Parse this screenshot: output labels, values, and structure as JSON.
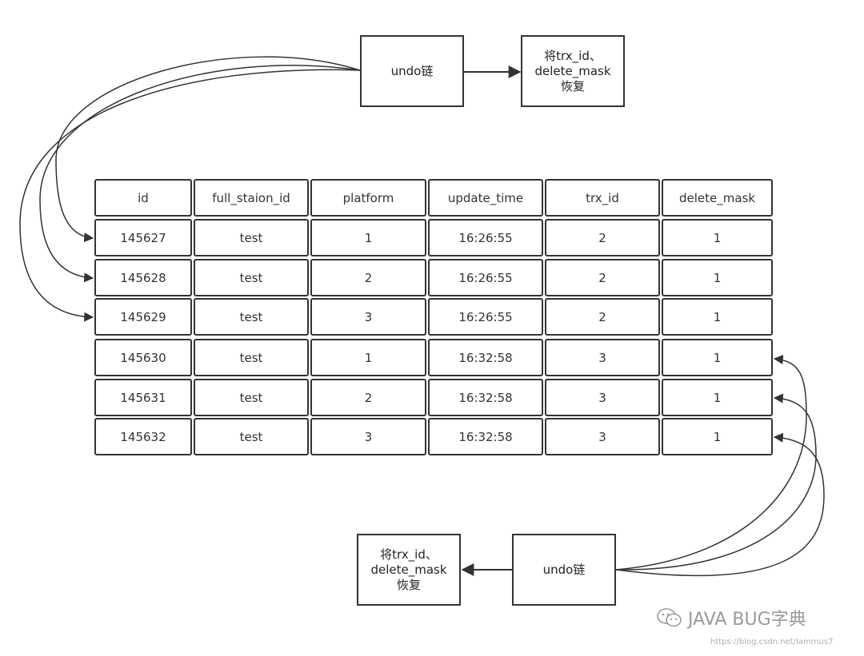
{
  "top_undo_box": {
    "label": "undo链"
  },
  "top_restore_box": {
    "lines": [
      "将trx_id、",
      "delete_mask",
      "恢复"
    ]
  },
  "bottom_undo_box": {
    "label": "undo链"
  },
  "bottom_restore_box": {
    "lines": [
      "将trx_id、",
      "delete_mask",
      "恢复"
    ]
  },
  "table": {
    "headers": [
      "id",
      "full_staion_id",
      "platform",
      "update_time",
      "trx_id",
      "delete_mask"
    ],
    "rows": [
      [
        "145627",
        "test",
        "1",
        "16:26:55",
        "2",
        "1"
      ],
      [
        "145628",
        "test",
        "2",
        "16:26:55",
        "2",
        "1"
      ],
      [
        "145629",
        "test",
        "3",
        "16:26:55",
        "2",
        "1"
      ],
      [
        "145630",
        "test",
        "1",
        "16:32:58",
        "3",
        "1"
      ],
      [
        "145631",
        "test",
        "2",
        "16:32:58",
        "3",
        "1"
      ],
      [
        "145632",
        "test",
        "3",
        "16:32:58",
        "3",
        "1"
      ]
    ]
  },
  "watermark": {
    "text": "JAVA BUG字典",
    "icon": "wechat-icon"
  },
  "source_url": "https://blog.csdn.net/Iammus7",
  "colors": {
    "stroke": "#333333",
    "watermark": "#9a9a9a"
  }
}
